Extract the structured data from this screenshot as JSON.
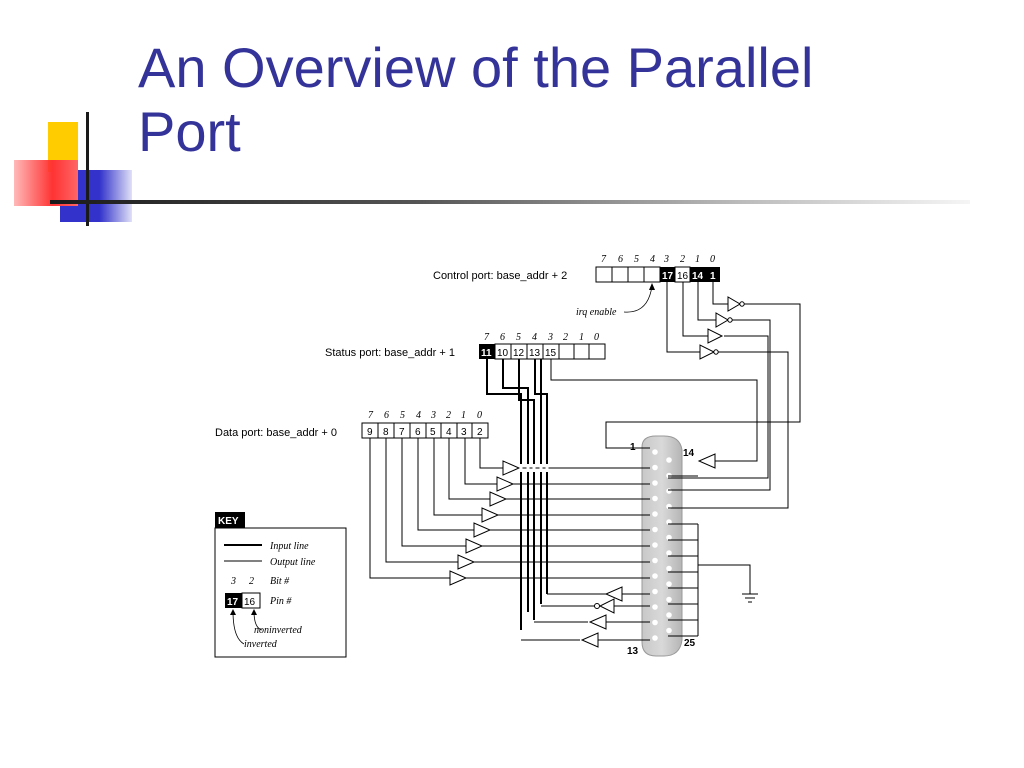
{
  "slide": {
    "title_line1": "An Overview of the Parallel",
    "title_line2": "Port",
    "accent_colors": {
      "title": "#333399",
      "yellow": "#ffcc00",
      "blue": "#3333cc",
      "red": "#ff3333"
    }
  },
  "diagram": {
    "control_port_label": "Control port: base_addr + 2",
    "status_port_label": "Status port: base_addr + 1",
    "data_port_label": "Data port: base_addr + 0",
    "bit_numbers": [
      "7",
      "6",
      "5",
      "4",
      "3",
      "2",
      "1",
      "0"
    ],
    "control_cells": [
      "",
      "",
      "",
      "",
      "17",
      "16",
      "14",
      "1"
    ],
    "status_cells": [
      "11",
      "10",
      "12",
      "13",
      "15",
      "",
      "",
      ""
    ],
    "data_cells": [
      "9",
      "8",
      "7",
      "6",
      "5",
      "4",
      "3",
      "2"
    ],
    "irq_label": "irq enable",
    "connector_pin_1": "1",
    "connector_pin_14": "14",
    "connector_pin_13": "13",
    "connector_pin_25": "25"
  },
  "key": {
    "title": "KEY",
    "input_line": "Input line",
    "output_line": "Output line",
    "bit_label": "Bit #",
    "pin_label": "Pin #",
    "bit_example_a": "3",
    "bit_example_b": "2",
    "pin_example_a": "17",
    "pin_example_b": "16",
    "noninverted": "noninverted",
    "inverted": "inverted"
  }
}
